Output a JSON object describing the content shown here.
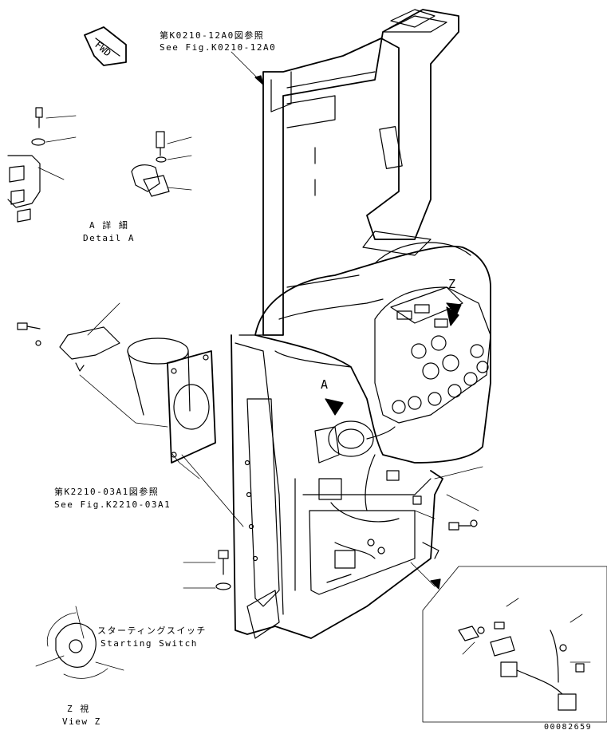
{
  "fwd_label": "FWD",
  "callout_top": {
    "jp": "第K0210-12A0図参照",
    "en": "See Fig.K0210-12A0"
  },
  "callout_mid": {
    "jp": "第K2210-03A1図参照",
    "en": "See Fig.K2210-03A1"
  },
  "detail_a": {
    "jp": "A 詳 細",
    "en": "Detail A"
  },
  "view_a_marker": "A",
  "view_z_marker": "Z",
  "starting_switch": {
    "jp": "スターティングスイッチ",
    "en": "Starting Switch"
  },
  "view_z": {
    "jp": "Z 視",
    "en": "View Z"
  },
  "drawing_number": "00082659"
}
